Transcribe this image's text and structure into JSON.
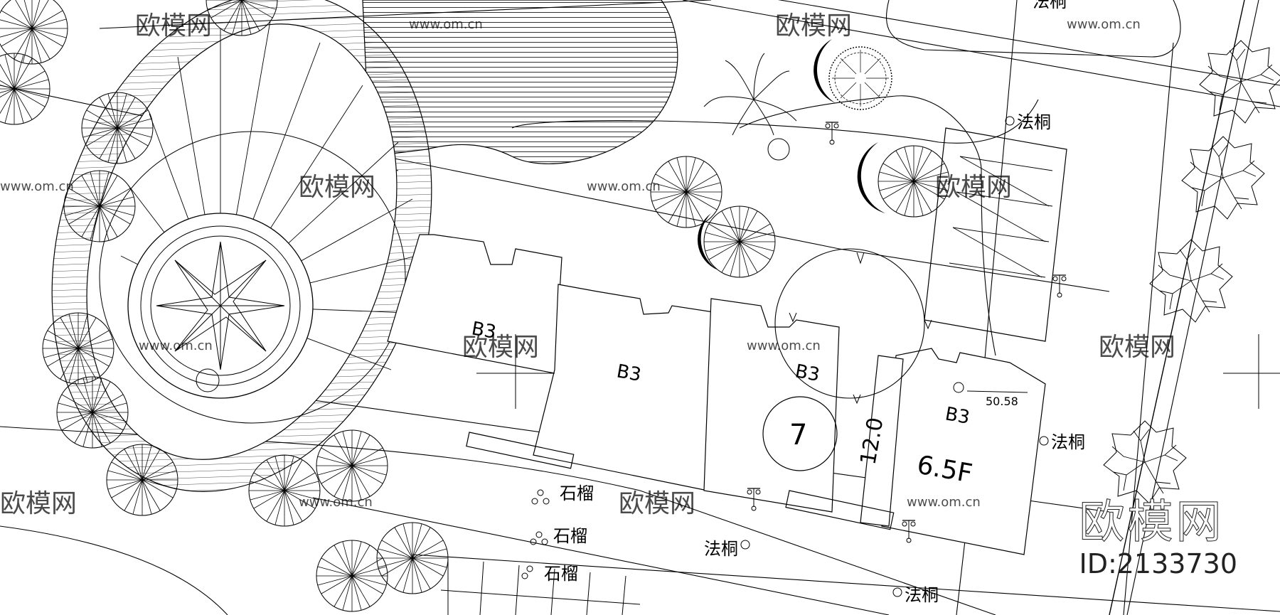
{
  "labels": {
    "buildings": [
      "B3",
      "B3",
      "B3",
      "B3"
    ],
    "elevation": "50.58",
    "floor": "6.5F",
    "dimension": "12.0",
    "circle_mark": "7"
  },
  "plants": {
    "phoenix_tree": "法桐",
    "pomegranate": "石榴"
  },
  "watermark": {
    "brand": "欧模网",
    "url": "www.om.cn",
    "id": "ID:2133730"
  },
  "colors": {
    "line": "#000000",
    "watermark": "#cfcfcf"
  }
}
